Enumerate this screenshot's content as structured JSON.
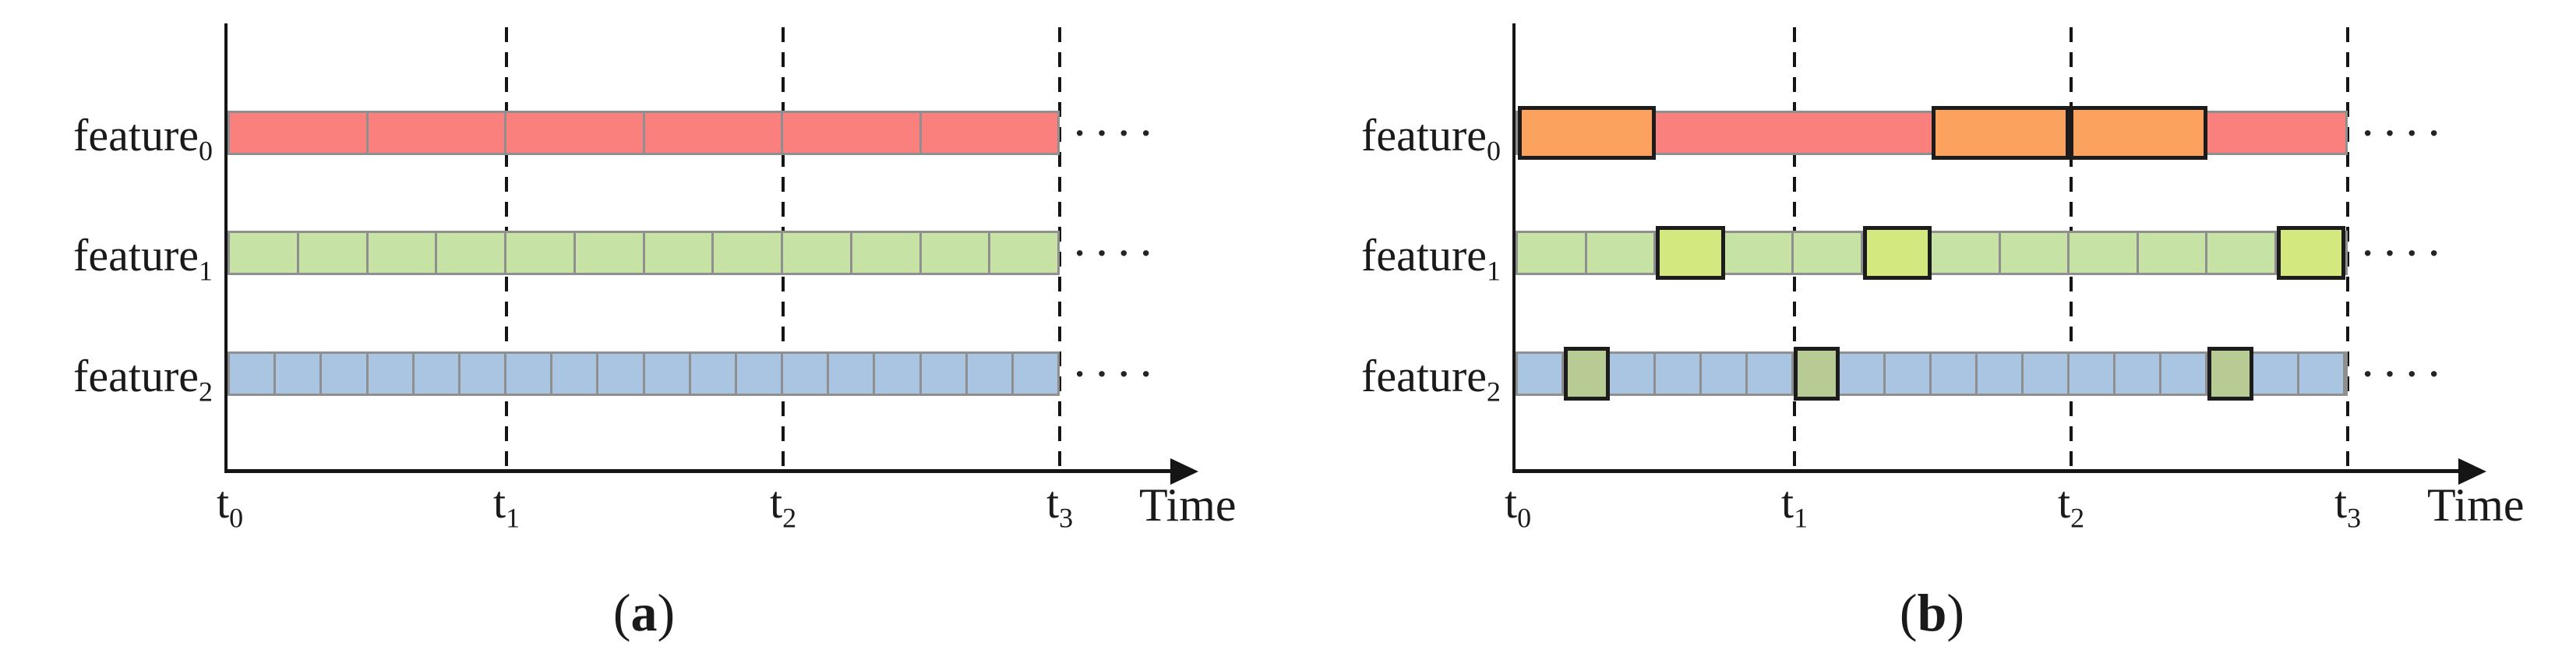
{
  "figure": {
    "background": "#ffffff",
    "text_color": "#1a1a1a",
    "grid_color": "#151515",
    "divider_color": "#8f8f8f",
    "highlight_border_color": "#1c1c1c",
    "panels": [
      {
        "caption_open": "(",
        "caption_letter": "a",
        "caption_close": ")",
        "time_label": "Time",
        "dots": "····",
        "ticks": [
          {
            "base": "t",
            "sub": "0"
          },
          {
            "base": "t",
            "sub": "1"
          },
          {
            "base": "t",
            "sub": "2"
          },
          {
            "base": "t",
            "sub": "3"
          }
        ],
        "rows": [
          {
            "name": "feature",
            "sub": "0",
            "segment_count": 6,
            "fill": "#f9807d",
            "show_dividers": true,
            "highlights": []
          },
          {
            "name": "feature",
            "sub": "1",
            "segment_count": 12,
            "fill": "#c6e3a5",
            "show_dividers": true,
            "highlights": []
          },
          {
            "name": "feature",
            "sub": "2",
            "segment_count": 18,
            "fill": "#a9c5e2",
            "show_dividers": true,
            "highlights": []
          }
        ]
      },
      {
        "caption_open": "(",
        "caption_letter": "b",
        "caption_close": ")",
        "time_label": "Time",
        "dots": "····",
        "ticks": [
          {
            "base": "t",
            "sub": "0"
          },
          {
            "base": "t",
            "sub": "1"
          },
          {
            "base": "t",
            "sub": "2"
          },
          {
            "base": "t",
            "sub": "3"
          }
        ],
        "rows": [
          {
            "name": "feature",
            "sub": "0",
            "segment_count": 6,
            "fill": "#f9807d",
            "show_dividers": false,
            "highlights": [
              {
                "index": 0,
                "fill": "#fba25f"
              },
              {
                "index": 3,
                "fill": "#fba25f"
              },
              {
                "index": 4,
                "fill": "#fba25f"
              }
            ]
          },
          {
            "name": "feature",
            "sub": "1",
            "segment_count": 12,
            "fill": "#c6e3a5",
            "show_dividers": true,
            "highlights": [
              {
                "index": 2,
                "fill": "#d3e87e"
              },
              {
                "index": 5,
                "fill": "#d3e87e"
              },
              {
                "index": 11,
                "fill": "#d3e87e"
              }
            ]
          },
          {
            "name": "feature",
            "sub": "2",
            "segment_count": 18,
            "fill": "#a9c5e2",
            "show_dividers": true,
            "highlights": [
              {
                "index": 1,
                "fill": "#b8cb95"
              },
              {
                "index": 6,
                "fill": "#b8cb95"
              },
              {
                "index": 15,
                "fill": "#b8cb95"
              }
            ]
          }
        ]
      }
    ]
  }
}
